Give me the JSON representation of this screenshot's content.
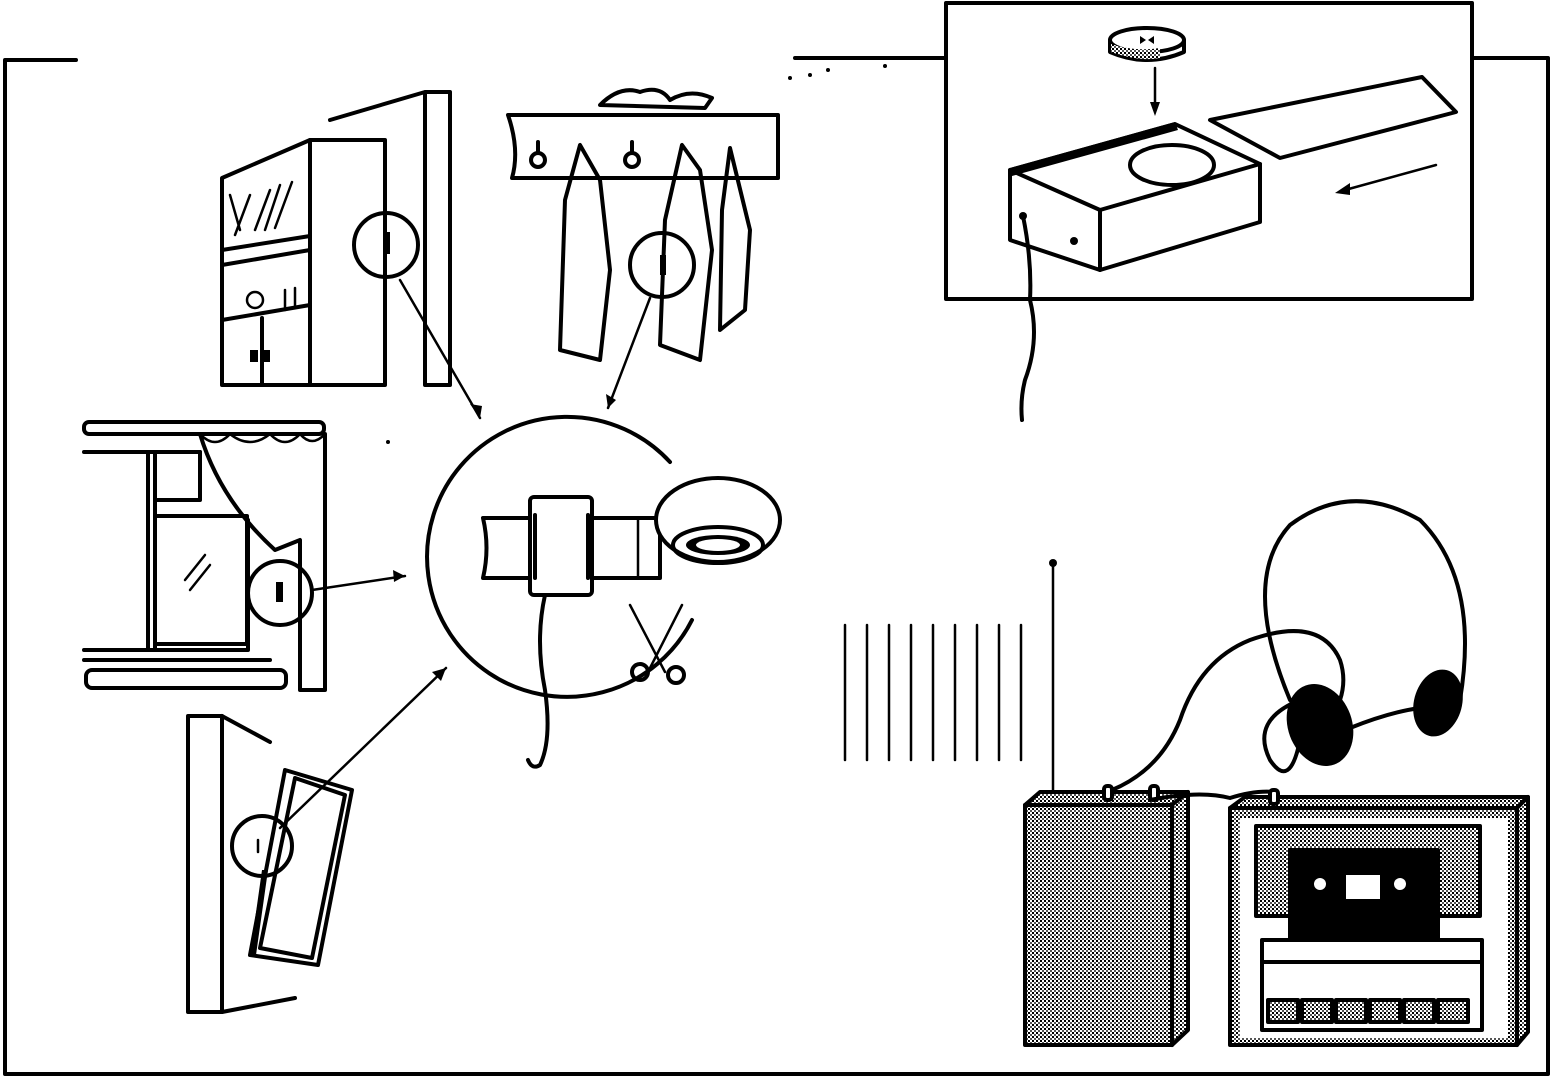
{
  "figure": {
    "title": "",
    "colors": {
      "ink": "#000000",
      "paper": "#ffffff"
    },
    "panels": [
      {
        "id": "bookcase",
        "label": ""
      },
      {
        "id": "coat-rack",
        "label": ""
      },
      {
        "id": "window-curtain",
        "label": ""
      },
      {
        "id": "door-frame",
        "label": ""
      },
      {
        "id": "tape-sensor-detail",
        "label": ""
      },
      {
        "id": "transmitter-box-inset",
        "label": ""
      },
      {
        "id": "radio-wave-lines",
        "label": ""
      },
      {
        "id": "radio-receiver",
        "label": ""
      },
      {
        "id": "headphones",
        "label": ""
      },
      {
        "id": "cassette-recorder",
        "label": ""
      }
    ],
    "wave_line_count": 9
  }
}
